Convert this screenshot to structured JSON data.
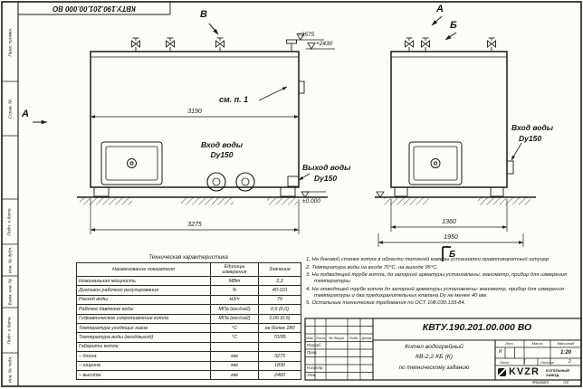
{
  "sheet": {
    "top_code": "КВТУ.190.201.00.000 ВО",
    "format_label": "Формат",
    "format_value": "А3"
  },
  "margin": {
    "fields": [
      {
        "label": "Перв. примен."
      },
      {
        "label": "Справ. №"
      },
      {
        "label": "Подп. и дата"
      },
      {
        "label": "Инв. № дубл."
      },
      {
        "label": "Взам. инв. №"
      },
      {
        "label": "Подп. и дата"
      },
      {
        "label": "Инв. № подл."
      }
    ]
  },
  "drawing": {
    "front_view": {
      "dim_inner": "3190",
      "dim_overall": "3275",
      "elev_top1": "+2575",
      "elev_top2": "+2430",
      "elev_ground": "±0.000",
      "see_note": "см. п. 1",
      "inlet_line1": "Вход воды",
      "inlet_line2": "Dy150",
      "outlet_line1": "Выход воды",
      "outlet_line2": "Dy150"
    },
    "side_view": {
      "dim_body": "1360",
      "dim_overall": "1950",
      "inlet_line1": "Вход воды",
      "inlet_line2": "Dy150"
    },
    "markers": {
      "view_a_left": "А",
      "view_v_top": "В",
      "view_a_right": "А",
      "view_b_right": "Б",
      "section_b_bottom": "Б"
    }
  },
  "tech_table": {
    "title": "Техническая характеристика",
    "col_name": "Наименование показателя",
    "col_units": "Единицы измерения",
    "col_value": "Значение",
    "rows": [
      {
        "name": "Номинальная мощность",
        "units": "МВт",
        "value": "2,2"
      },
      {
        "name": "Диапазон рабочего регулирования",
        "units": "%",
        "value": "40-110"
      },
      {
        "name": "Расход воды",
        "units": "м3/ч",
        "value": "76"
      },
      {
        "name": "Рабочее давление воды",
        "units": "МПа (кгс/см2)",
        "value": "0,6 (6,0)"
      },
      {
        "name": "Гидравлическое сопротивление котла",
        "units": "МПа (кгс/см2)",
        "value": "0,06 (0,6)"
      },
      {
        "name": "Температура уходящих газов",
        "units": "°С",
        "value": "не более 280"
      },
      {
        "name": "Температура воды (вход/выход)",
        "units": "°С",
        "value": "70/95"
      },
      {
        "name": "Габариты котла",
        "units": "",
        "value": ""
      },
      {
        "name": "– длина",
        "units": "мм",
        "value": "3275"
      },
      {
        "name": "– ширина",
        "units": "мм",
        "value": "1830"
      },
      {
        "name": "– высота",
        "units": "мм",
        "value": "2460"
      }
    ]
  },
  "notes": [
    "1.  На боковой стенке котла в области топочной камеры установлен правоповоротный штуцер",
    "2.  Температура воды на входе 70°С, на выходе 95°С.",
    "3.  На подводящей трубе котла, до запорной арматуры установлены: манометр, прибор для измерения температуры",
    "4.  На отводящей трубе котла до запорной арматуры установлены: манометр, прибор для измерения температуры и два предохранительных клапана Dy не менее 40 мм.",
    "5.  Остальные технические требования по ОСТ 108.030.133-84."
  ],
  "title_block": {
    "code": "КВТУ.190.201.00.000 ВО",
    "product_line1": "Котел водогрейный",
    "product_line2": "КВ-2,2 КБ (К)",
    "product_line3": "по техническому заданию",
    "hdr": {
      "izm": "Изм.",
      "list": "Лист",
      "doc": "№ докум.",
      "podp": "Подп.",
      "data": "Дата"
    },
    "roles": [
      "Разраб.",
      "Пров.",
      "Н.контр.",
      "Утв."
    ],
    "lit_label": "Лит.",
    "lit_value": "И",
    "mass_label": "Масса",
    "scale_label": "Масштаб",
    "scale_value": "1:20",
    "sheet_label": "Лист",
    "sheet_value": "1",
    "sheets_label": "Листов",
    "sheets_value": "2",
    "brand": "KVZR",
    "brand_line1": "КОТЕЛЬНЫЙ",
    "brand_line2": "ЗАВОД"
  }
}
